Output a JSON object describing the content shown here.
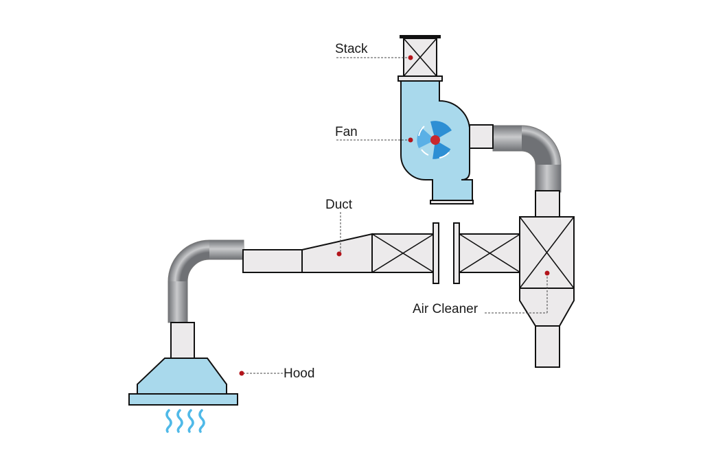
{
  "labels": {
    "stack": "Stack",
    "fan": "Fan",
    "duct": "Duct",
    "air_cleaner": "Air Cleaner",
    "hood": "Hood"
  },
  "colors": {
    "hood_fill": "#a9d9ec",
    "fan_fill": "#a9d9ec",
    "fan_blade": "#2d8fd4",
    "component_fill": "#eceaeb",
    "pipe_gray": "#8d8f93",
    "marker_red": "#b3141b",
    "fume_blue": "#4fb9e8",
    "outline": "#111111"
  }
}
